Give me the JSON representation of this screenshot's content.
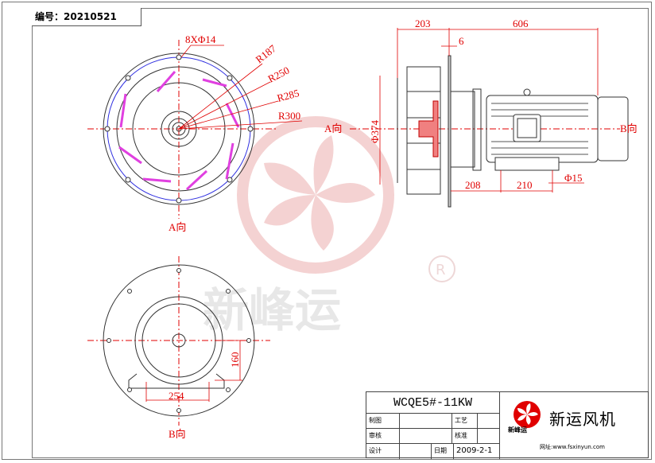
{
  "drawing_id": {
    "label": "编号：",
    "value": "20210521",
    "text": "编号：20210521"
  },
  "watermark": {
    "text": "新峰运",
    "registered": "®",
    "color": "#e8b4b4"
  },
  "colors": {
    "dimension": "#e00000",
    "blade": "#e040e0",
    "flange_circle": "#3030e0",
    "line": "#333333"
  },
  "view_a": {
    "label": "A向",
    "holes_label": "8XΦ14",
    "radii": [
      "R187",
      "R250",
      "R285",
      "R300"
    ]
  },
  "view_side": {
    "dims": {
      "top_left": "203",
      "top_right": "606",
      "plate": "6",
      "diameter": "Φ374",
      "base1": "208",
      "base2": "210",
      "hole": "Φ15"
    },
    "label_a": "A向",
    "label_b": "B向"
  },
  "view_b": {
    "label": "B向",
    "dims": {
      "width": "254",
      "height": "160"
    }
  },
  "title_block": {
    "model": "WCQE5#-11KW",
    "rows": [
      {
        "k1": "制图",
        "v1": "",
        "k2": "工艺",
        "v2": ""
      },
      {
        "k1": "审核",
        "v1": "",
        "k2": "核准",
        "v2": ""
      },
      {
        "k1": "设计",
        "v1": "",
        "k2": "日期",
        "v2": "2009-2-1"
      }
    ],
    "brand": "新运风机",
    "brand_small": "新峰运",
    "website": "网址:www.fsxinyun.com"
  }
}
